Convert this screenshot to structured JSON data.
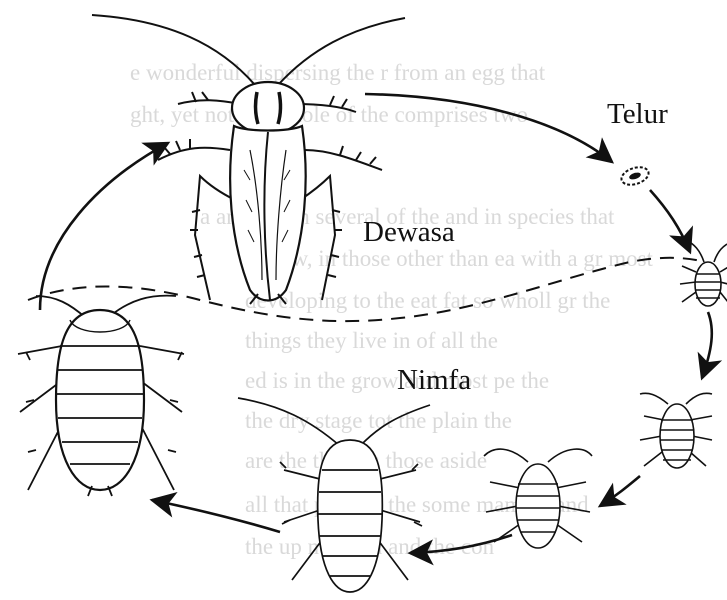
{
  "diagram": {
    "labels": {
      "egg": "Telur",
      "adult": "Dewasa",
      "nymph": "Nimfa"
    },
    "colors": {
      "ink": "#111111",
      "background": "#ffffff",
      "bleed_text": "#d9d9d9"
    },
    "arrows": "clockwise cycle: adult → egg → nymph stages → adult",
    "background_text_lines": [
      "e wonderful dispersing the r from an egg that",
      "ght, yet not the whole of the comprises two",
      "",
      "a are ecc, in several of the and in species that",
      "a grow, in those other than ea with a gr most",
      "developing to the eat fat so wholl gr the",
      "things they live in of all the",
      "ed is in the grow and most pe the",
      "the dry stage tot the plain the",
      "are the there is those aside",
      "all that parts to the some mam ed and",
      "the up not men and the con"
    ]
  }
}
